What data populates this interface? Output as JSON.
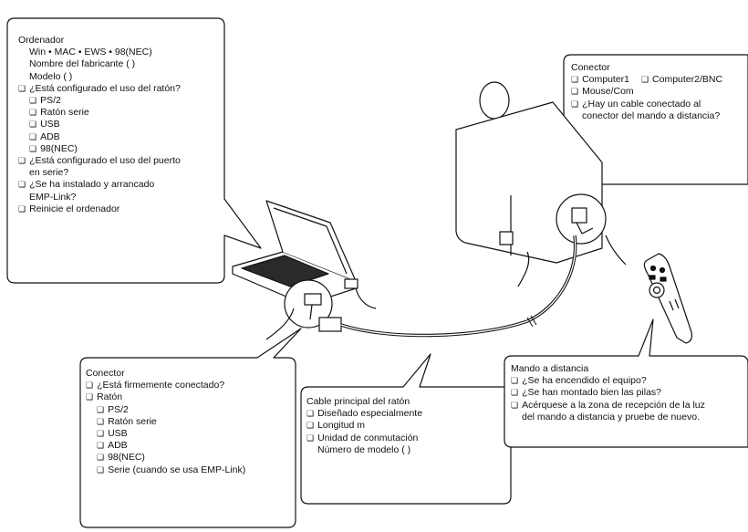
{
  "callout_computer": {
    "title": "Ordenador",
    "line1": "Win • MAC • EWS • 98(NEC)",
    "line2": "Nombre del fabricante (             )",
    "line3": "Modelo  (            )",
    "q_mouse": "¿Está configurado el uso del ratón?",
    "opt1": "PS/2",
    "opt2": "Ratón serie",
    "opt3": "USB",
    "opt4": "ADB",
    "opt5": "98(NEC)",
    "q_port_a": "¿Está configurado el uso del puerto",
    "q_port_b": "en serie?",
    "q_emp_a": "¿Se ha instalado y arrancado",
    "q_emp_b": "EMP-Link?",
    "restart": "Reinicie el ordenador"
  },
  "callout_connector_projector": {
    "title": "Conector",
    "opt_computer1": "Computer1",
    "opt_computer2": "Computer2/BNC",
    "opt_mouse": "Mouse/Com",
    "q_cable_a": "¿Hay un cable conectado al",
    "q_cable_b": "conector del mando a distancia?"
  },
  "callout_connector_computer": {
    "title": "Conector",
    "q_firm": "¿Está firmemente conectado?",
    "mouse": "Ratón",
    "opt1": "PS/2",
    "opt2": "Ratón serie",
    "opt3": "USB",
    "opt4": "ADB",
    "opt5": "98(NEC)",
    "opt6": "Serie (cuando se usa EMP-Link)"
  },
  "callout_cable": {
    "title": "Cable principal del ratón",
    "opt1": "Diseñado especialmente",
    "opt2": "Longitud              m",
    "opt3": "Unidad de conmutación",
    "model": "Número de modelo (            )"
  },
  "callout_remote": {
    "title": "Mando a distancia",
    "q1": "¿Se ha encendido el equipo?",
    "q2": "¿Se han montado bien las pilas?",
    "q3a": "Acérquese a la zona de recepción de la luz",
    "q3b": "del mando a distancia y pruebe de nuevo."
  },
  "colors": {
    "line": "#111111",
    "background": "#ffffff"
  }
}
